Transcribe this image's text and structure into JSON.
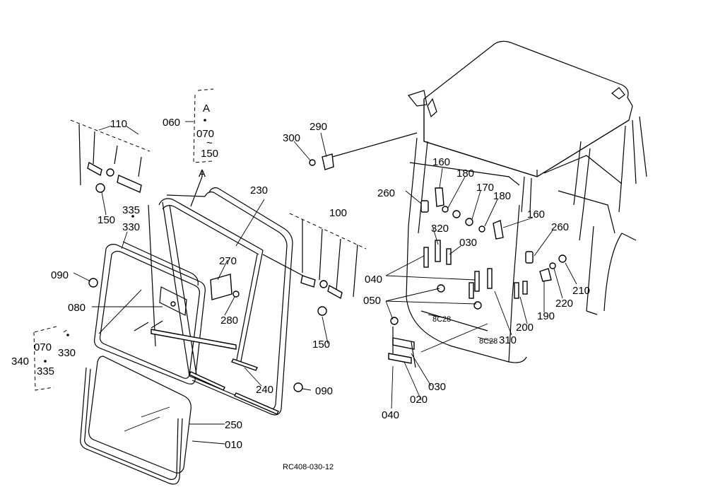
{
  "figure_ref": "RC408-030-12",
  "labels": {
    "l010": "010",
    "l020": "020",
    "l030a": "030",
    "l030b": "030",
    "l040a": "040",
    "l040b": "040",
    "l050": "050",
    "l060": "060",
    "l070a": "070",
    "l070b": "070",
    "l080": "080",
    "l090a": "090",
    "l090b": "090",
    "l100": "100",
    "l110": "110",
    "l150a": "150",
    "l150b": "150",
    "l150c": "150",
    "l160a": "160",
    "l160b": "160",
    "l170": "170",
    "l180a": "180",
    "l180b": "180",
    "l190": "190",
    "l200": "200",
    "l210": "210",
    "l220": "220",
    "l230": "230",
    "l240": "240",
    "l250": "250",
    "l260a": "260",
    "l260b": "260",
    "l270": "270",
    "l280": "280",
    "l290": "290",
    "l300": "300",
    "l310": "310",
    "l320": "320",
    "l330a": "330",
    "l330b": "330",
    "l335a": "335",
    "l335b": "335",
    "l340": "340",
    "lA1": "A",
    "lA2": "A",
    "range_tilde": "~"
  }
}
